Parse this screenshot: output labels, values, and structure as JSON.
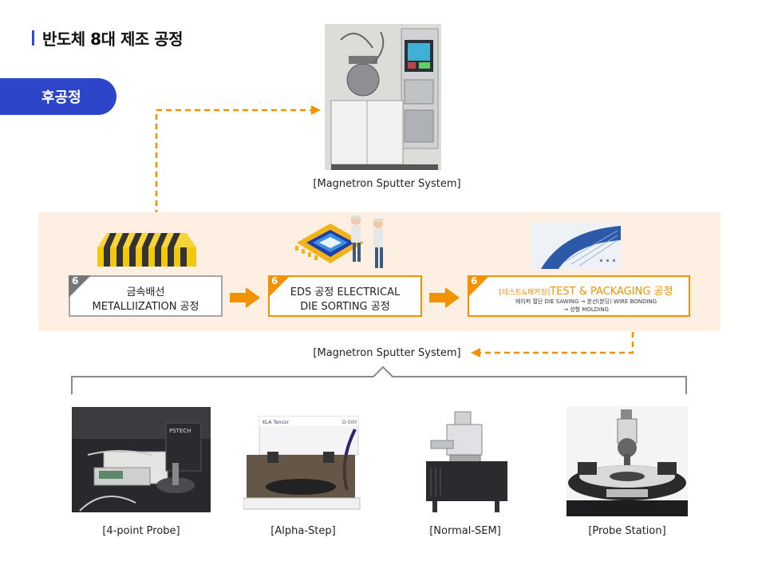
{
  "header": {
    "title": "반도체 8대 제조 공정"
  },
  "section_pill": {
    "label": "후공정"
  },
  "top_equipment": {
    "caption": "[Magnetron Sputter System]"
  },
  "steps": [
    {
      "number": "6",
      "line1": "금속배선",
      "line2": "METALLIIZATION 공정"
    },
    {
      "number": "6",
      "line1": "EDS 공정 ELECTRICAL",
      "line2": "DIE SORTING 공정"
    },
    {
      "number": "6",
      "tag": "[테스트&패키징]",
      "title": "TEST & PACKAGING 공정",
      "sub1": "웨이퍼 절단 DIE SAWING → 본선(본딩) WIRE BONDING",
      "sub2": "→ 성형 MOLDING"
    }
  ],
  "middle_caption": "[Magnetron Sputter System]",
  "equipment": [
    {
      "caption": "[4-point Probe]",
      "brand": "PSTECH"
    },
    {
      "caption": "[Alpha-Step]",
      "brand": "KLA Tencor",
      "model": "D-500"
    },
    {
      "caption": "[Normal-SEM]"
    },
    {
      "caption": "[Probe Station]"
    }
  ],
  "colors": {
    "accent_blue": "#2c45c9",
    "accent_orange": "#f39200",
    "band": "#fdf0e2",
    "gray_border": "#a5a5a5"
  }
}
